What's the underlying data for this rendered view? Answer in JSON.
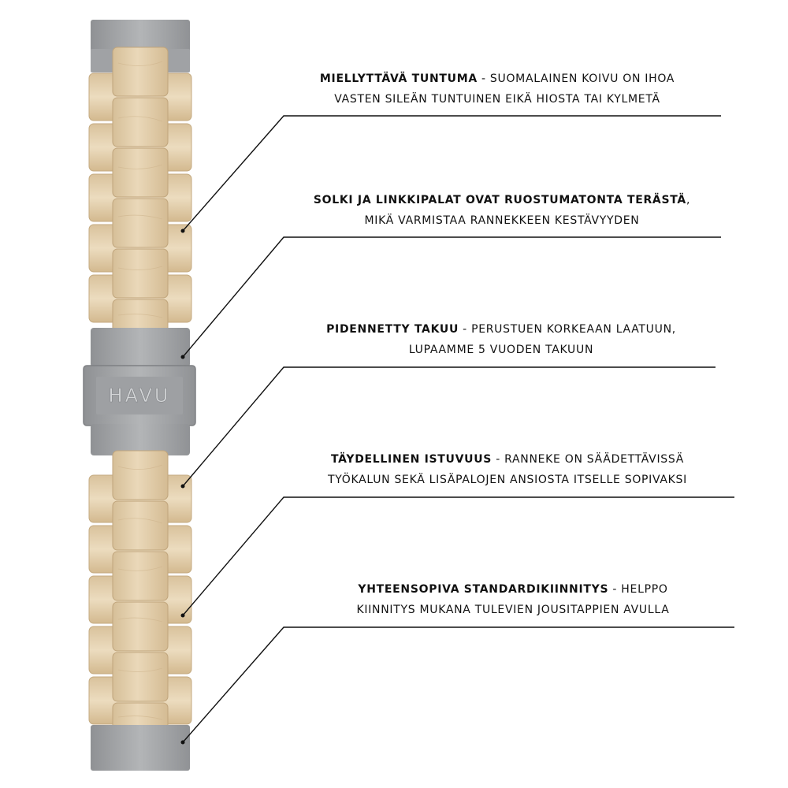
{
  "brand": {
    "logo_text": "HAVU"
  },
  "callouts": [
    {
      "heading": "MIELLYTTÄVÄ TUNTUMA",
      "line1_rest": " - SUOMALAINEN KOIVU ON IHOA",
      "line2": "VASTEN SILEÄN TUNTUINEN EIKÄ HIOSTA TAI KYLMETÄ"
    },
    {
      "heading": "SOLKI JA LINKKIPALAT OVAT RUOSTUMATONTA TERÄSTÄ",
      "line1_rest": ",",
      "line2": "MIKÄ VARMISTAA RANNEKKEEN KESTÄVYYDEN"
    },
    {
      "heading": "PIDENNETTY TAKUU",
      "line1_rest": " - PERUSTUEN KORKEAAN LAATUUN,",
      "line2": "LUPAAMME 5 VUODEN TAKUUN"
    },
    {
      "heading": "TÄYDELLINEN ISTUVUUS",
      "line1_rest": " - RANNEKE ON SÄÄDETTÄVISSÄ",
      "line2": "TYÖKALUN SEKÄ LISÄPALOJEN ANSIOSTA ITSELLE SOPIVAKSI"
    },
    {
      "heading": "YHTEENSOPIVA STANDARDIKIINNITYS",
      "line1_rest": " - HELPPO",
      "line2": "KIINNITYS MUKANA TULEVIEN JOUSITAPPIEN AVULLA"
    }
  ],
  "colors": {
    "wood": "#e3cfae",
    "wood_dark": "#c9b08a",
    "steel": "#a4a6a8",
    "steel_dark": "#86888b",
    "line": "#111111"
  }
}
